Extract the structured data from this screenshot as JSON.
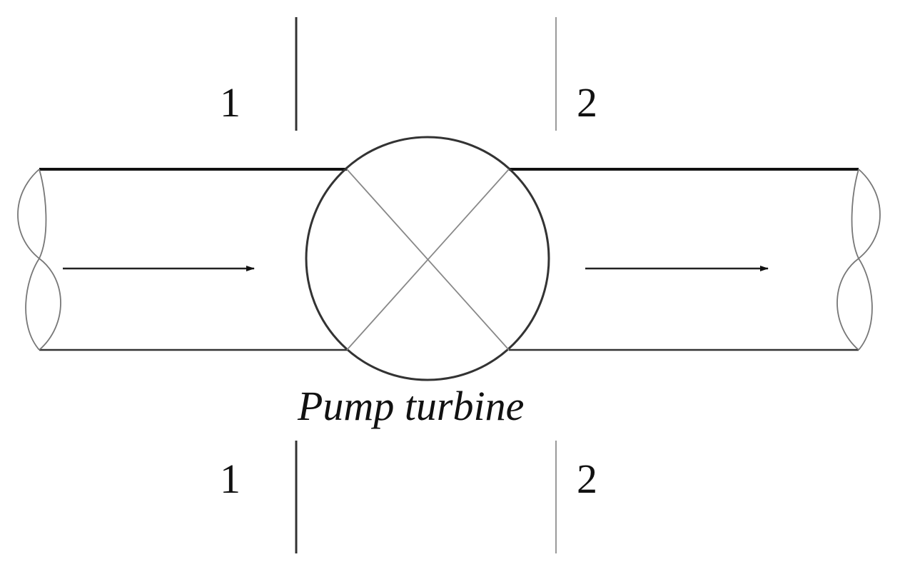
{
  "sections": {
    "inlet_label": "1",
    "outlet_label": "2"
  },
  "component": {
    "label": "Pump turbine"
  },
  "colors": {
    "line": "#222222",
    "thin_line": "#777777",
    "background": "#ffffff"
  }
}
